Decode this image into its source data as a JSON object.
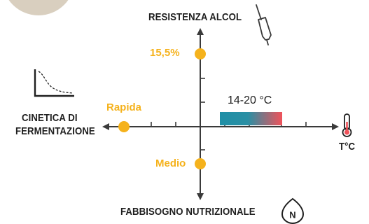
{
  "axes": {
    "top": "RESISTENZA ALCOL",
    "bottom": "FABBISOGNO NUTRIZIONALE",
    "left_line1": "CINETICA DI",
    "left_line2": "FERMENTAZIONE",
    "right": "T°C"
  },
  "markers": {
    "alcohol": "15,5%",
    "kinetics": "Rapida",
    "nutrition": "Medio"
  },
  "temperature_range": "14-20 °C",
  "colors": {
    "accent": "#f5b21c",
    "axis": "#3a3a3a",
    "gradient_start": "#1f8fa6",
    "gradient_end": "#f0525a",
    "decor_circle": "#d9cfbf"
  },
  "icons": [
    "pipette-icon",
    "nitrogen-icon",
    "thermometer-icon",
    "kinetics-curve-icon"
  ]
}
